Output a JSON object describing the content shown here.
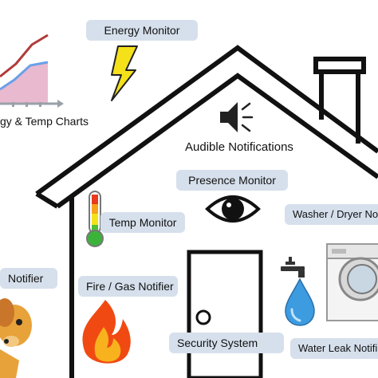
{
  "labels": {
    "energy_monitor": "Energy Monitor",
    "energy_temp_charts": "gy & Temp Charts",
    "audible_notifications": "Audible Notifications",
    "presence_monitor": "Presence Monitor",
    "washer_dryer_notifier": "Washer / Dryer Notif",
    "temp_monitor": "Temp Monitor",
    "notifier_left": "Notifier",
    "fire_gas_notifier": "Fire / Gas Notifier",
    "security_system": "Security System",
    "water_leak_notifier": "Water Leak Notifi"
  },
  "colors": {
    "label_bg": "#d6e0ec",
    "bolt": "#f5e11a",
    "flame_outer": "#f04a12",
    "flame_inner": "#f7b21e",
    "water_drop": "#3d9be0",
    "chart_line_top": "#b23a3a",
    "chart_line_bottom": "#6aa0e8",
    "chart_fill": "#e9b9d0"
  },
  "icons": [
    "chart-icon",
    "lightning-bolt-icon",
    "speaker-icon",
    "eye-icon",
    "thermometer-icon",
    "flame-icon",
    "door-icon",
    "faucet-icon",
    "water-drop-icon",
    "washing-machine-icon",
    "dog-icon"
  ]
}
